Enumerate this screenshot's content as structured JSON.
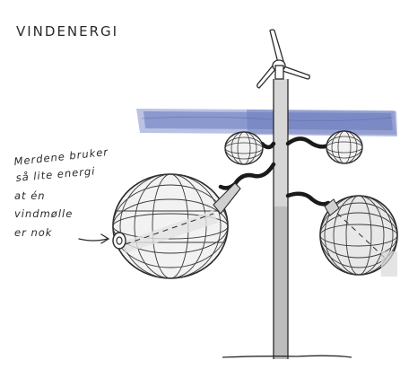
{
  "title": "VINDENERGI",
  "note_lines": [
    "Merdene bruker",
    "så lite energi",
    "at én",
    "vindmølle",
    "er nok"
  ],
  "colors": {
    "ink": "#2a2a2a",
    "water": "#7f8fc8",
    "water_light": "#aeb8df",
    "pole": "#cfcfcf",
    "pole_dark": "#9a9a9a"
  }
}
